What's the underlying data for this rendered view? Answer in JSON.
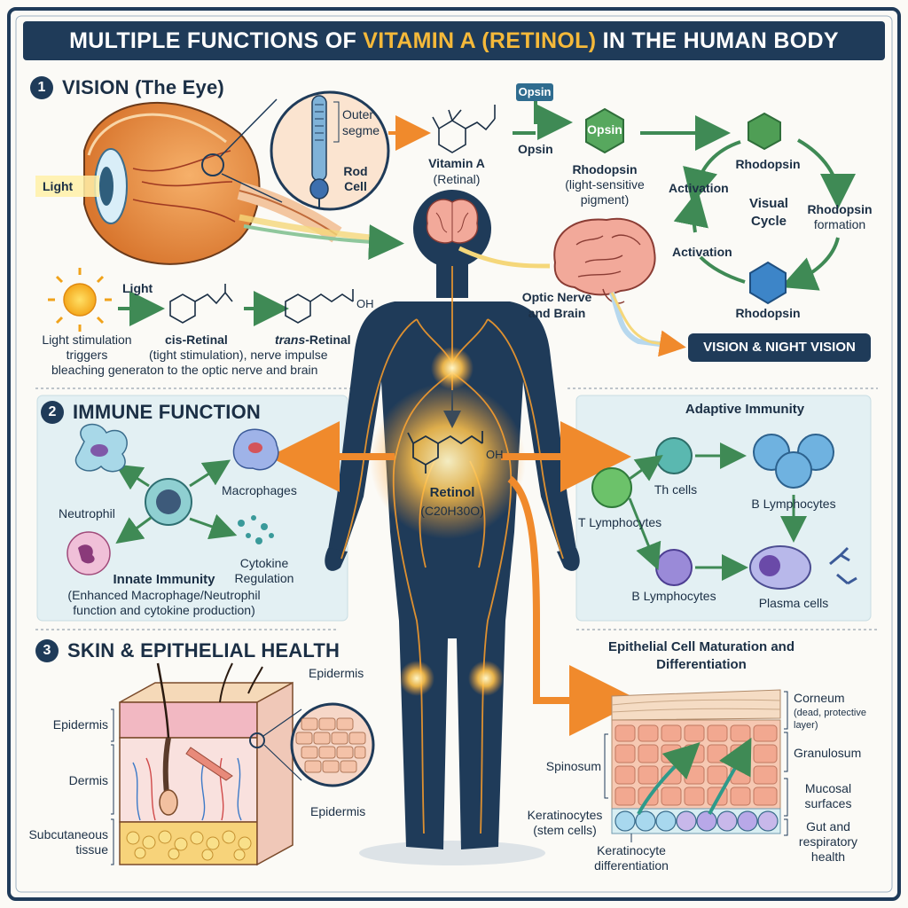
{
  "title": {
    "part1": "MULTIPLE FUNCTIONS OF ",
    "highlight": "VITAMIN A (RETINOL)",
    "part2": " IN THE HUMAN BODY"
  },
  "vision": {
    "number": "1",
    "heading": "VISION (The Eye)",
    "light": "Light",
    "outer_segment_line1": "Outer",
    "outer_segment_line2": "segme",
    "rod_cell_line1": "Rod",
    "rod_cell_line2": "Cell",
    "vitamin_a": "Vitamin A",
    "retinal": "(Retinal)",
    "opsin_box": "Opsin",
    "opsin_label": "Opsin",
    "opsin_ball": "Opsin",
    "rhodopsin_title": "Rhodopsin",
    "rhodopsin_line2": "(light-sensitive",
    "rhodopsin_line3": "pigment)",
    "cycle": {
      "title_line1": "Visual",
      "title_line2": "Cycle",
      "top": "Rhodopsin",
      "right_line1": "Rhodopsin",
      "right_line2": "formation",
      "bottom": "Rhodopsin",
      "left_upper": "Activation",
      "left_lower": "Activation"
    },
    "light2": "Light",
    "oh": "OH",
    "stim_line1": "Light stimulation",
    "stim_line2": "triggers",
    "cis_retinal": "cis-Retinal",
    "trans_word": "trans",
    "trans_suffix": "-Retinal",
    "impulse_line": "(tight stimulation), nerve impulse",
    "bleaching_line": "bleaching generaton to the optic nerve and brain",
    "optic_line1": "Optic Nerve",
    "optic_line2": "and Brain",
    "badge": "VISION & NIGHT VISION"
  },
  "immune": {
    "number": "2",
    "heading": "IMMUNE FUNCTION",
    "macrophages": "Macrophages",
    "neutrophil": "Neutrophil",
    "cytokine_line1": "Cytokine",
    "cytokine_line2": "Regulation",
    "innate_title": "Innate Immunity",
    "innate_line2": "(Enhanced Macrophage/Neutrophil",
    "innate_line3": "function and cytokine production)",
    "adaptive_title": "Adaptive Immunity",
    "th_cells": "Th cells",
    "b_lymph_top": "B Lymphocytes",
    "t_lymph": "T Lymphocytes",
    "b_lymph_bottom": "B Lymphocytes",
    "plasma_cells": "Plasma cells"
  },
  "retinol": {
    "name": "Retinol",
    "formula": "(C20H30O)",
    "oh": "OH"
  },
  "skin": {
    "number": "3",
    "heading": "SKIN & EPITHELIAL HEALTH",
    "epidermis_top": "Epidermis",
    "epidermis_left": "Epidermis",
    "dermis": "Dermis",
    "subcutaneous_line1": "Subcutaneous",
    "subcutaneous_line2": "tissue",
    "epidermis_bottom": "Epidermis",
    "epithelial_line1": "Epithelial Cell Maturation and",
    "epithelial_line2": "Differentiation",
    "corneum": "Corneum",
    "corneum_line2": "(dead, protective",
    "corneum_line3": "layer)",
    "granulosum": "Granulosum",
    "mucosal_line1": "Mucosal",
    "mucosal_line2": "surfaces",
    "gut_line1": "Gut and",
    "gut_line2": "respiratory",
    "gut_line3": "health",
    "spinosum": "Spinosum",
    "keratinocytes_line1": "Keratinocytes",
    "keratinocytes_line2": "(stem cells)",
    "kd_line1": "Keratinocyte",
    "kd_line2": "differentiation"
  }
}
